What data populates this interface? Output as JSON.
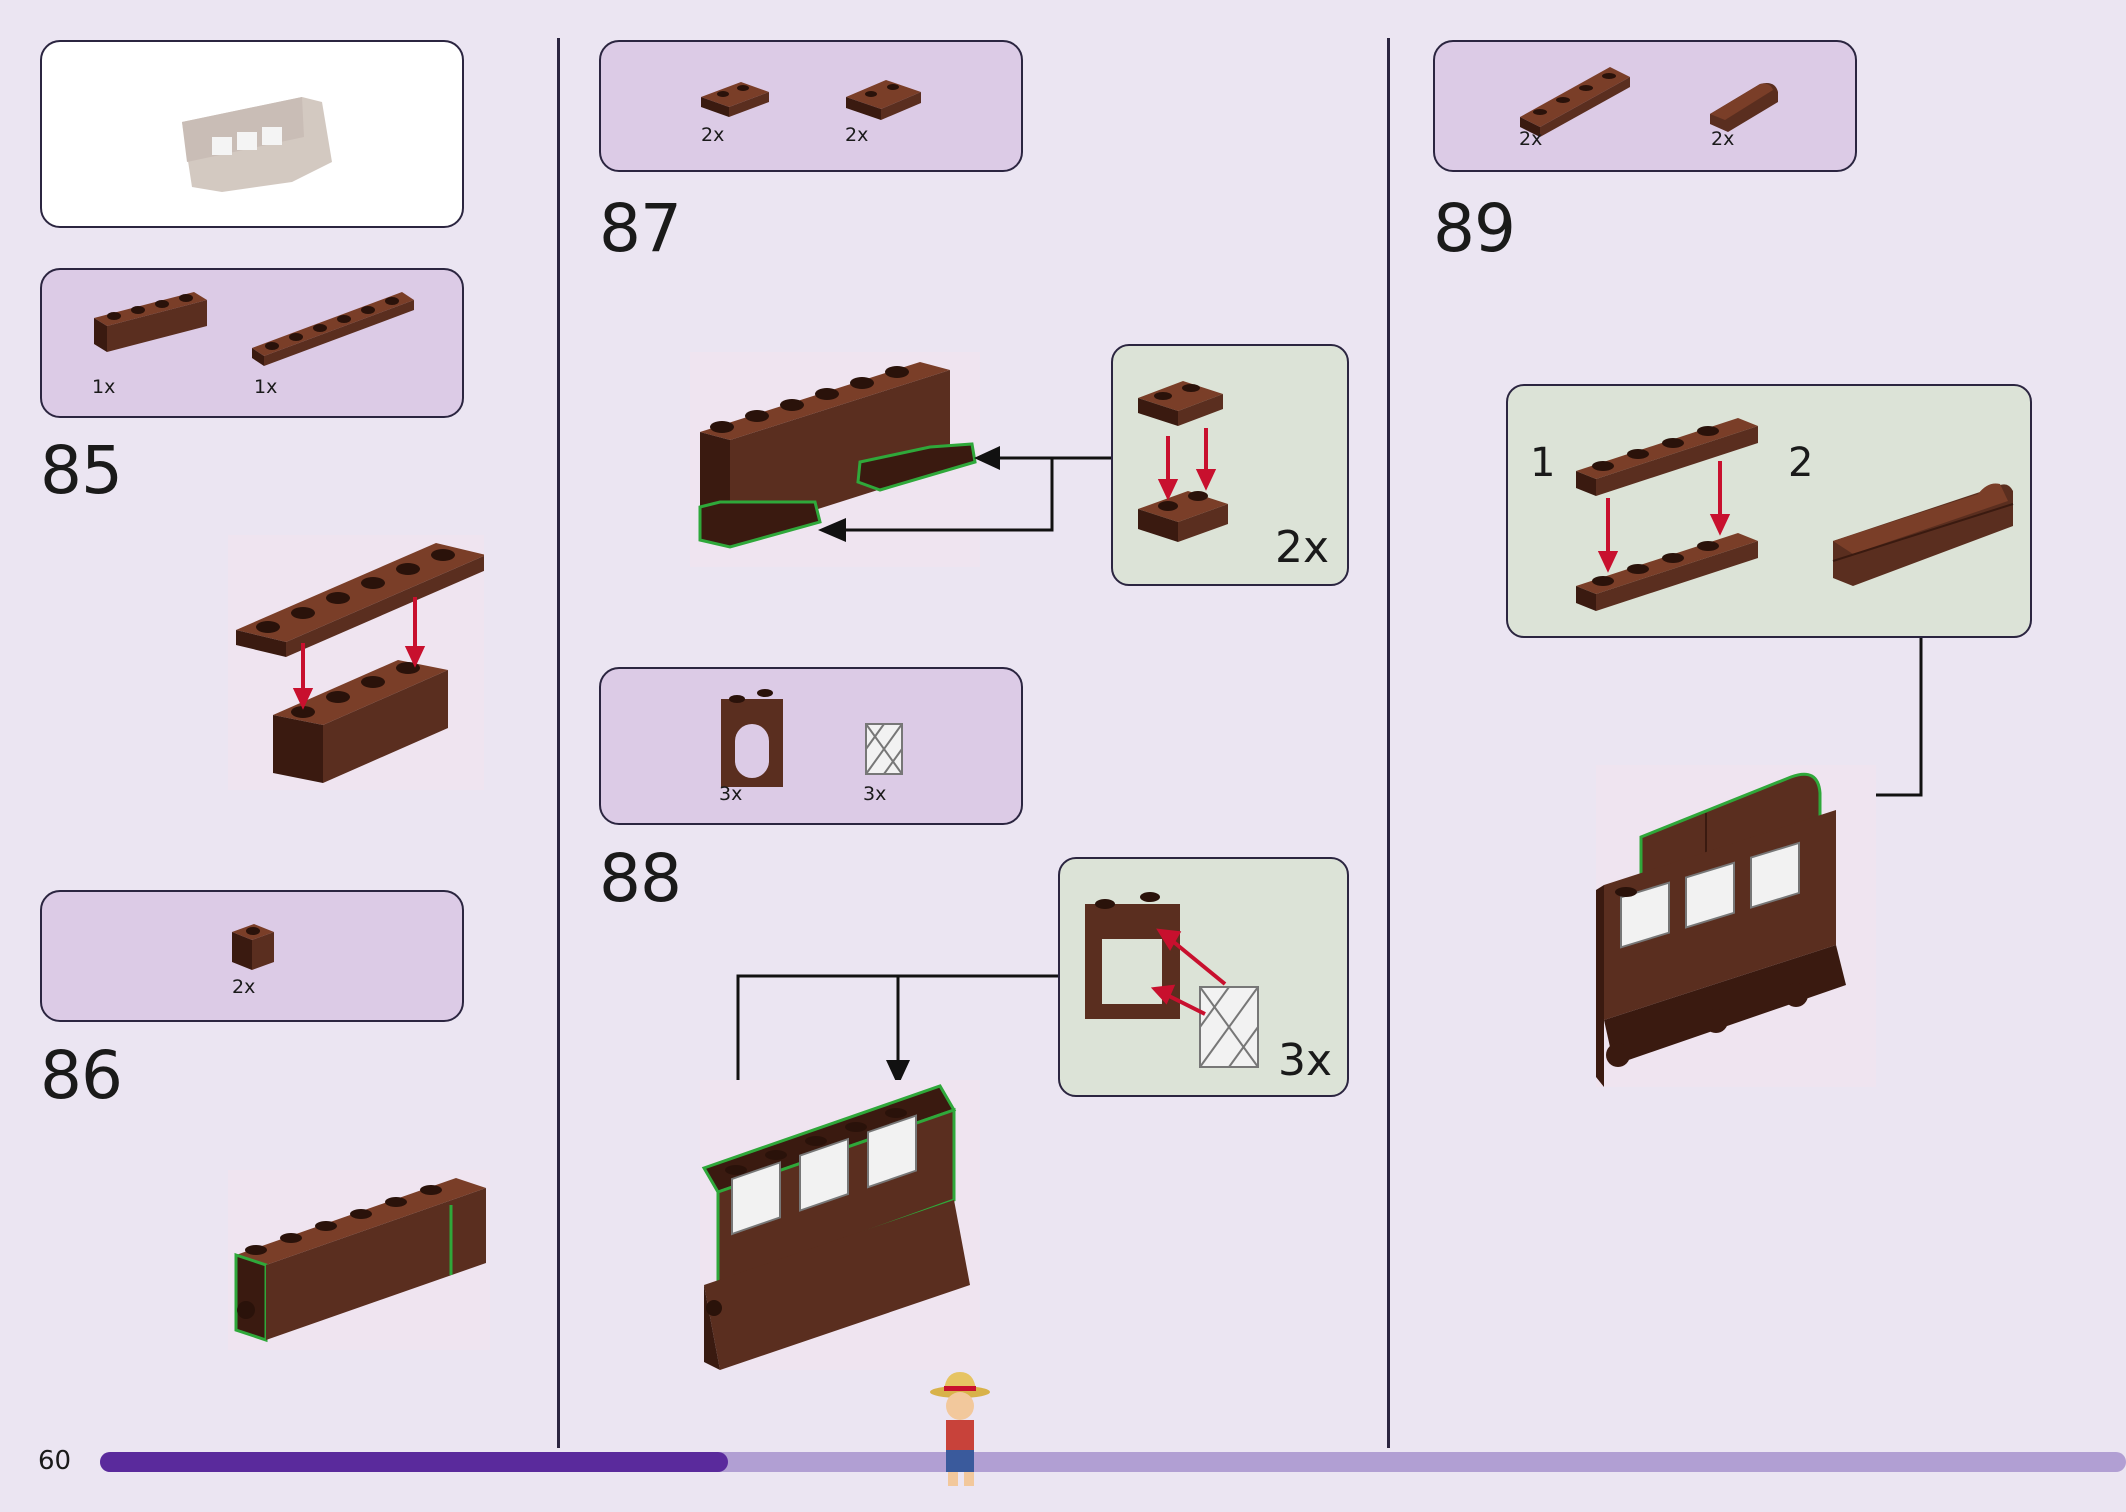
{
  "page": {
    "number": "60",
    "progress": 0.31
  },
  "steps": {
    "s85": {
      "number": "85",
      "parts": [
        {
          "name": "brick-1x4",
          "qty": "1x"
        },
        {
          "name": "plate-1x6",
          "qty": "1x"
        }
      ]
    },
    "s86": {
      "number": "86",
      "parts": [
        {
          "name": "brick-1x1-stud",
          "qty": "2x"
        }
      ]
    },
    "s87": {
      "number": "87",
      "parts": [
        {
          "name": "plate-1x2-a",
          "qty": "2x"
        },
        {
          "name": "plate-1x2-clip",
          "qty": "2x"
        }
      ],
      "sub_qty": "2x"
    },
    "s88": {
      "number": "88",
      "parts": [
        {
          "name": "window-frame",
          "qty": "3x"
        },
        {
          "name": "lattice-glass",
          "qty": "3x"
        }
      ],
      "sub_qty": "3x"
    },
    "s89": {
      "number": "89",
      "parts": [
        {
          "name": "plate-1x4",
          "qty": "2x"
        },
        {
          "name": "curved-slope",
          "qty": "2x"
        }
      ],
      "sub_steps": [
        "1",
        "2"
      ]
    }
  },
  "colors": {
    "brick": "#5a2e1f",
    "brick_dark": "#3a1a10",
    "brick_light": "#7a3e28",
    "highlight": "#2fa83a",
    "arrow_red": "#c8102e",
    "progress_fill": "#5a2a9c",
    "progress_track": "#b19fd3"
  }
}
